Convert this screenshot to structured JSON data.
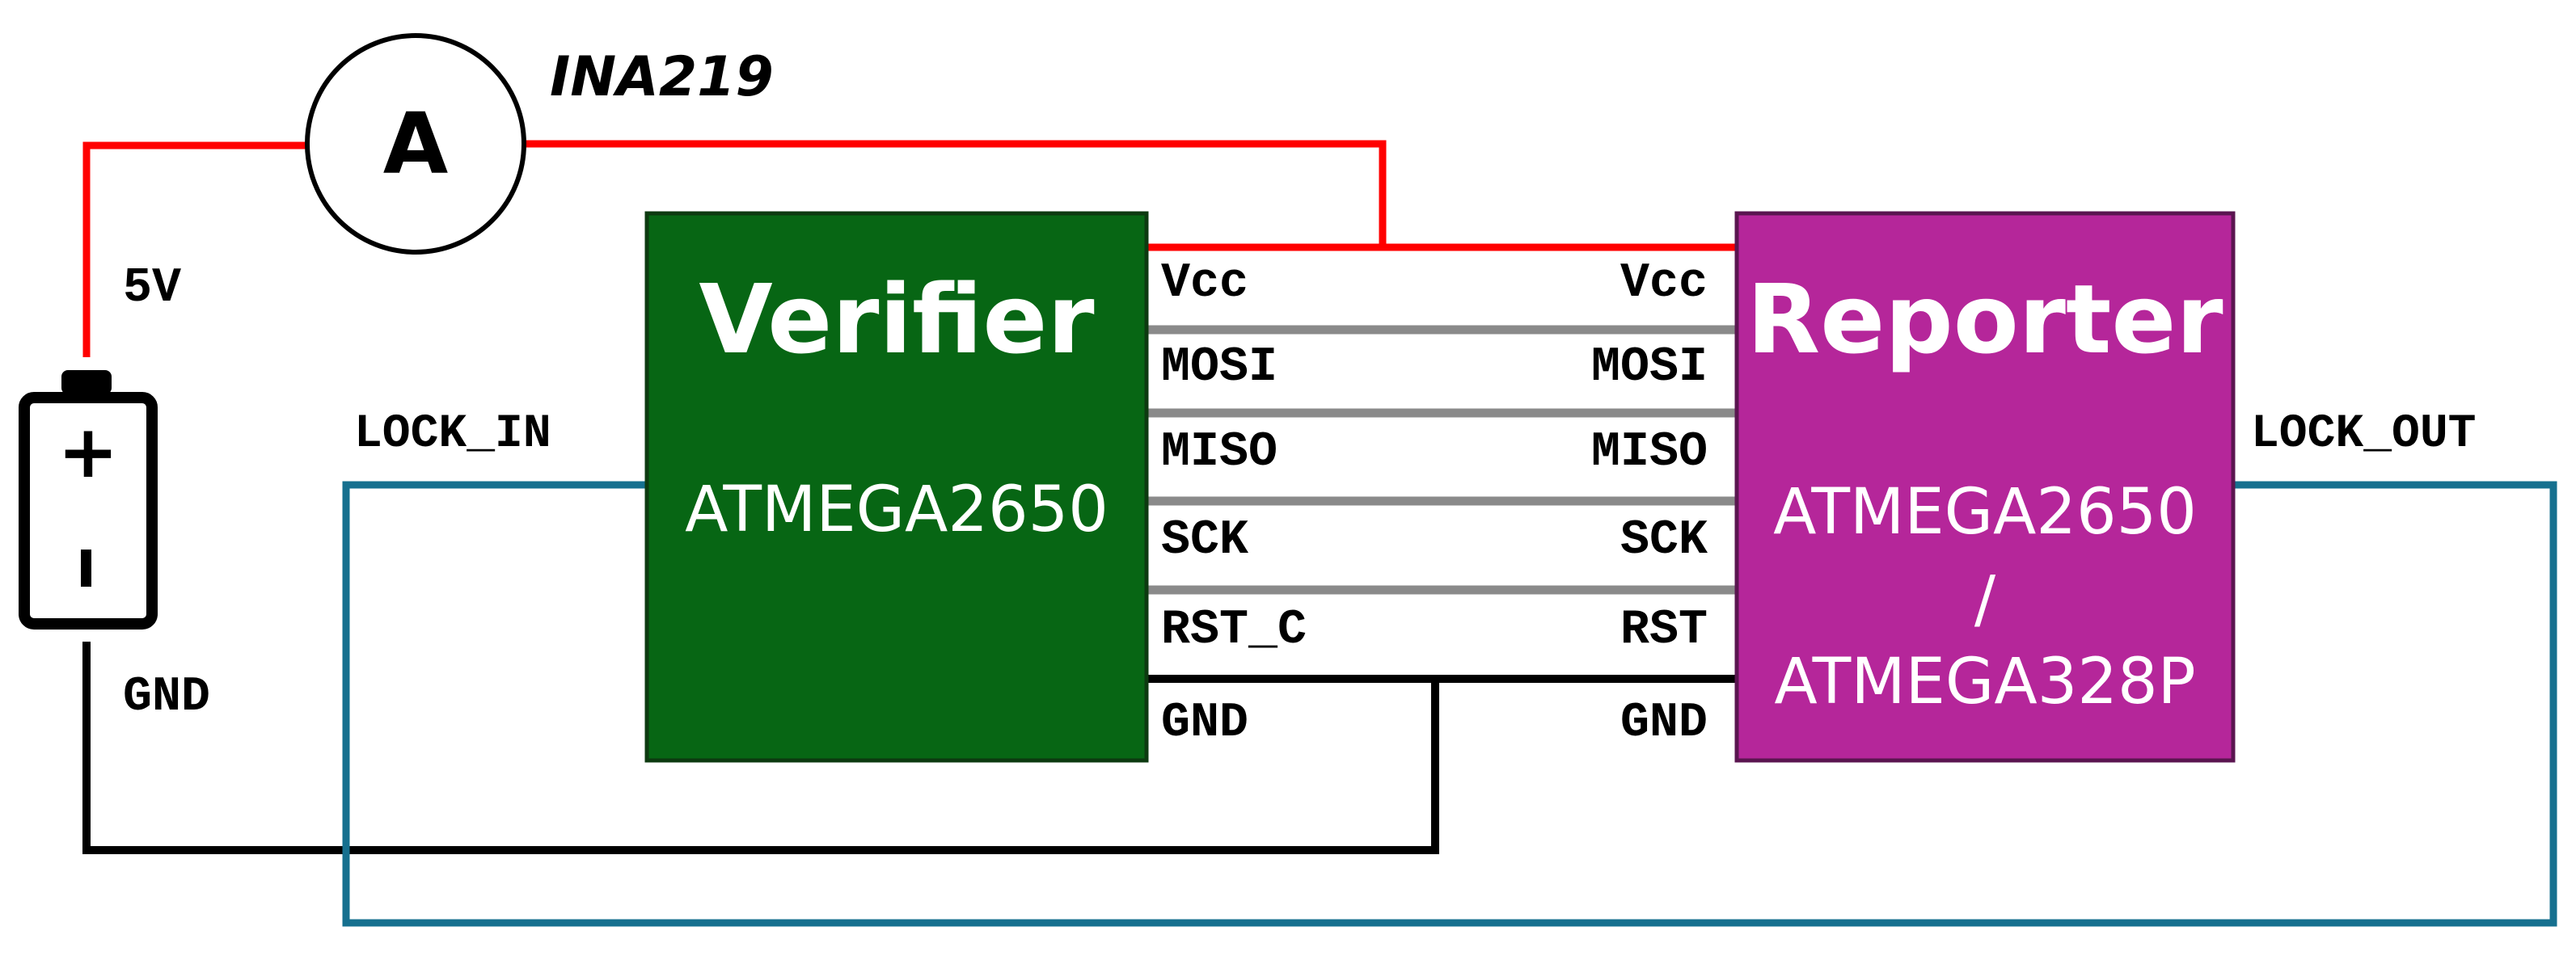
{
  "colors": {
    "power": "#ff0000",
    "ground": "#000000",
    "lock": "#16708f",
    "bus": "#8a8a8a",
    "verifier_fill": "#076614",
    "reporter_fill": "#b5269a",
    "text_white": "#ffffff"
  },
  "ammeter": {
    "symbol": "A",
    "label": "INA219"
  },
  "battery": {
    "voltage_label": "5V",
    "ground_label": "GND",
    "plus": "+",
    "minus": "-"
  },
  "lock_in_label": "LOCK_IN",
  "lock_out_label": "LOCK_OUT",
  "verifier": {
    "title": "Verifier",
    "chip": "ATMEGA2650"
  },
  "reporter": {
    "title": "Reporter",
    "chip_line1": "ATMEGA2650",
    "chip_line2": "/",
    "chip_line3": "ATMEGA328P"
  },
  "pins_left": [
    "Vcc",
    "MOSI",
    "MISO",
    "SCK",
    "RST_C",
    "GND"
  ],
  "pins_right": [
    "Vcc",
    "MOSI",
    "MISO",
    "SCK",
    "RST",
    "GND"
  ]
}
